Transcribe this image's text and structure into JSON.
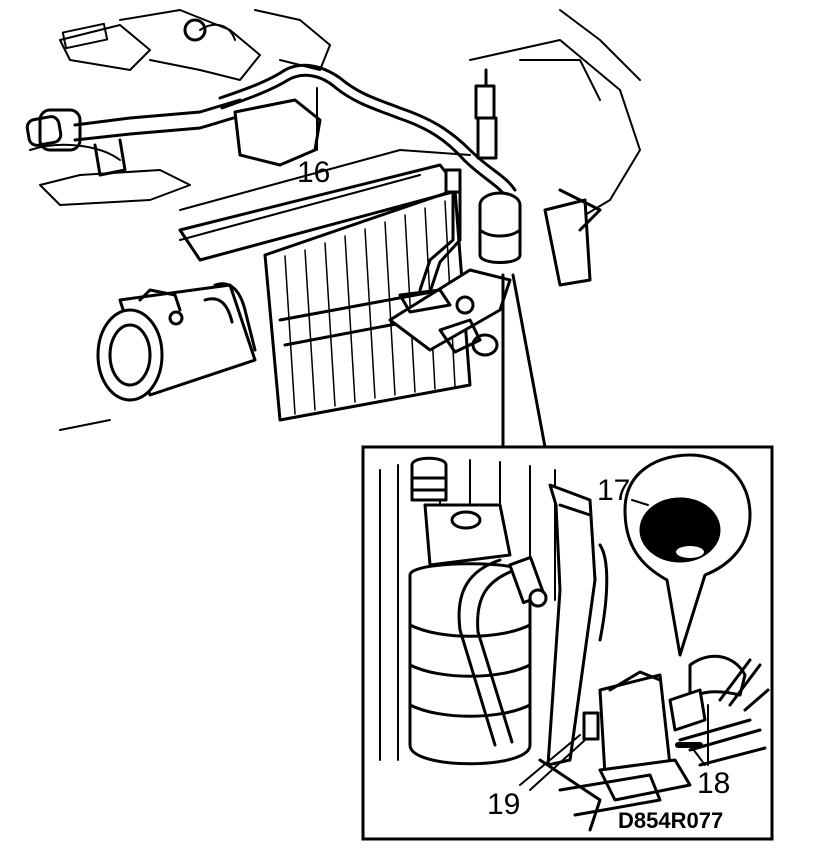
{
  "callouts": {
    "c16": "16",
    "c17": "17",
    "c18": "18",
    "c19": "19"
  },
  "drawing_code": "D854R077",
  "colors": {
    "ink": "#000000",
    "paper": "#ffffff"
  }
}
